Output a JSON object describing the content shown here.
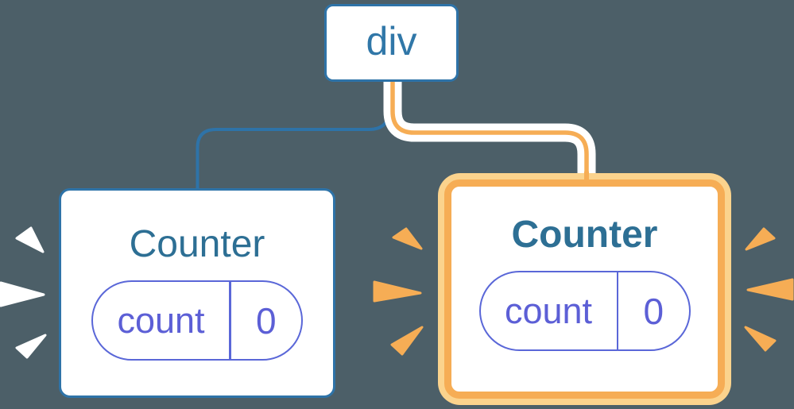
{
  "colors": {
    "background": "#4C5F68",
    "blue": "#2E73A8",
    "blue_text": "#2D6F94",
    "blue_text_root": "#3077A8",
    "indigo": "#5A67D8",
    "indigo_text": "#5C5FD6",
    "orange": "#F6AD55",
    "orange_light": "#FBD38D",
    "white": "#FFFFFF"
  },
  "diagram": {
    "description": "React render tree: div root with two Counter children; right Counter highlighted as re-rendering",
    "root": {
      "label": "div"
    },
    "children": [
      {
        "label": "Counter",
        "highlighted": false,
        "state": {
          "name": "count",
          "value": "0"
        }
      },
      {
        "label": "Counter",
        "highlighted": true,
        "state": {
          "name": "count",
          "value": "0"
        }
      }
    ]
  }
}
